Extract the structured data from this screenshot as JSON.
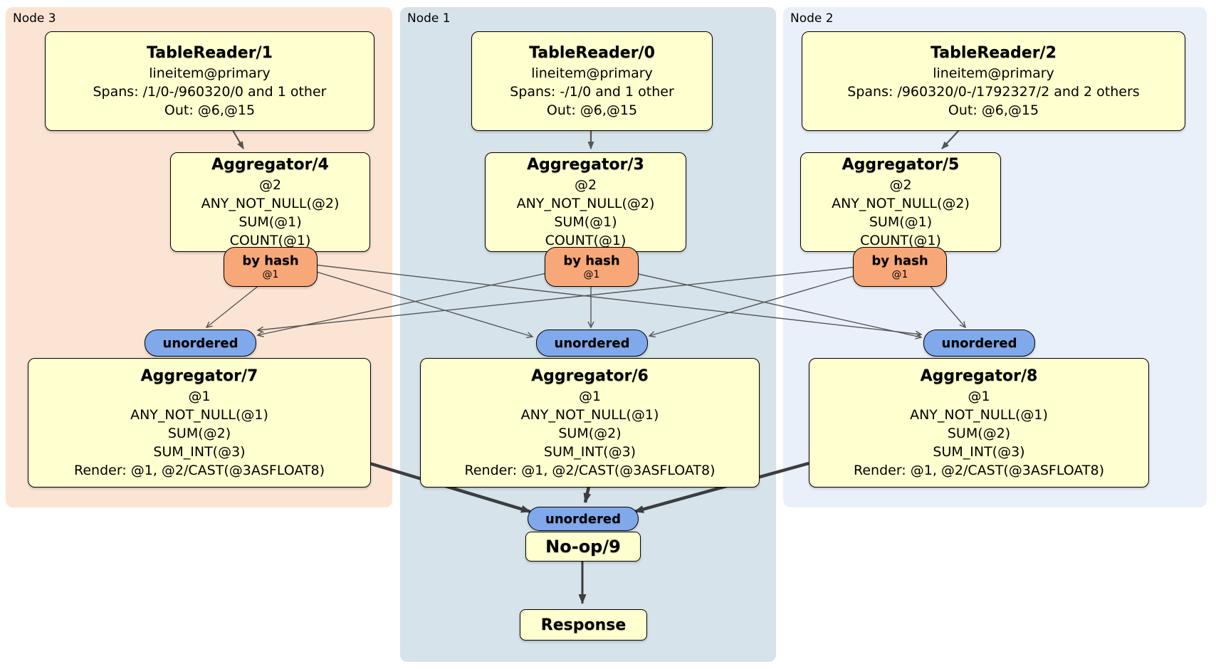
{
  "groups": {
    "node3": {
      "label": "Node 3"
    },
    "node1": {
      "label": "Node 1"
    },
    "node2": {
      "label": "Node 2"
    }
  },
  "nodes": {
    "tr1": {
      "title": "TableReader/1",
      "lines": [
        "lineitem@primary",
        "Spans: /1/0-/960320/0 and 1 other",
        "Out: @6,@15"
      ]
    },
    "tr0": {
      "title": "TableReader/0",
      "lines": [
        "lineitem@primary",
        "Spans: -/1/0 and 1 other",
        "Out: @6,@15"
      ]
    },
    "tr2": {
      "title": "TableReader/2",
      "lines": [
        "lineitem@primary",
        "Spans: /960320/0-/1792327/2 and 2 others",
        "Out: @6,@15"
      ]
    },
    "ag4": {
      "title": "Aggregator/4",
      "lines": [
        "@2",
        "ANY_NOT_NULL(@2)",
        "SUM(@1)",
        "COUNT(@1)"
      ]
    },
    "ag3": {
      "title": "Aggregator/3",
      "lines": [
        "@2",
        "ANY_NOT_NULL(@2)",
        "SUM(@1)",
        "COUNT(@1)"
      ]
    },
    "ag5": {
      "title": "Aggregator/5",
      "lines": [
        "@2",
        "ANY_NOT_NULL(@2)",
        "SUM(@1)",
        "COUNT(@1)"
      ]
    },
    "ag7": {
      "title": "Aggregator/7",
      "lines": [
        "@1",
        "ANY_NOT_NULL(@1)",
        "SUM(@2)",
        "SUM_INT(@3)",
        "Render: @1, @2/CAST(@3ASFLOAT8)"
      ]
    },
    "ag6": {
      "title": "Aggregator/6",
      "lines": [
        "@1",
        "ANY_NOT_NULL(@1)",
        "SUM(@2)",
        "SUM_INT(@3)",
        "Render: @1, @2/CAST(@3ASFLOAT8)"
      ]
    },
    "ag8": {
      "title": "Aggregator/8",
      "lines": [
        "@1",
        "ANY_NOT_NULL(@1)",
        "SUM(@2)",
        "SUM_INT(@3)",
        "Render: @1, @2/CAST(@3ASFLOAT8)"
      ]
    },
    "noop": {
      "title": "No-op/9"
    },
    "response": {
      "title": "Response"
    }
  },
  "routers": {
    "by_hash": {
      "label": "by hash",
      "detail": "@1"
    },
    "unordered": {
      "label": "unordered"
    }
  },
  "colors": {
    "node3_bg": "#fce4d4",
    "node1_bg": "#d6e3ea",
    "node2_bg": "#eaf0fa",
    "node_fill": "#ffffcf",
    "hash_router_fill": "#f8a878",
    "sync_fill": "#7fa9ea",
    "edge": "#555555",
    "thick_edge": "#3d3d3d"
  }
}
